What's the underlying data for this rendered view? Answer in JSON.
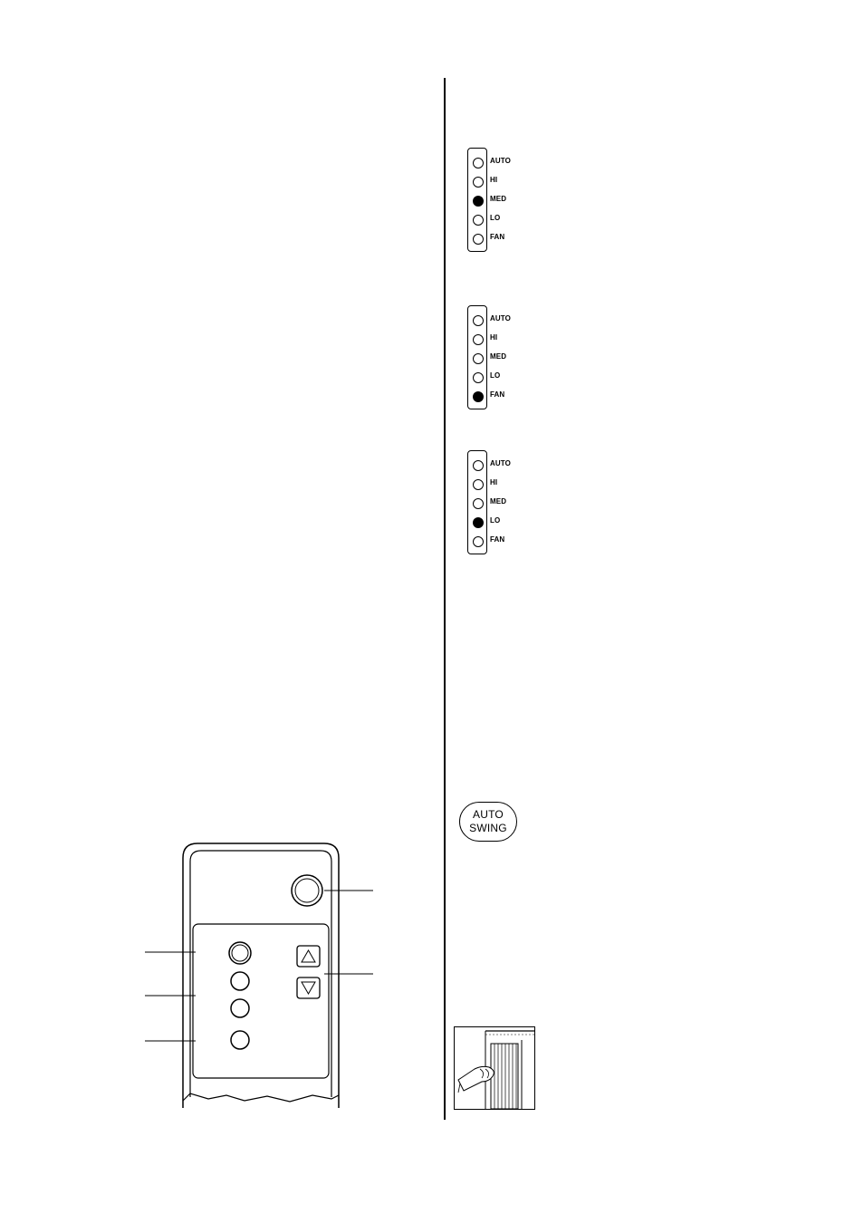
{
  "speed_panels": [
    {
      "rows": [
        {
          "label": "AUTO",
          "active": false
        },
        {
          "label": "HI",
          "active": false
        },
        {
          "label": "MED",
          "active": true
        },
        {
          "label": "LO",
          "active": false
        },
        {
          "label": "FAN",
          "active": false
        }
      ]
    },
    {
      "rows": [
        {
          "label": "AUTO",
          "active": false
        },
        {
          "label": "HI",
          "active": false
        },
        {
          "label": "MED",
          "active": false
        },
        {
          "label": "LO",
          "active": false
        },
        {
          "label": "FAN",
          "active": true
        }
      ]
    },
    {
      "rows": [
        {
          "label": "AUTO",
          "active": false
        },
        {
          "label": "HI",
          "active": false
        },
        {
          "label": "MED",
          "active": false
        },
        {
          "label": "LO",
          "active": true
        },
        {
          "label": "FAN",
          "active": false
        }
      ]
    }
  ],
  "auto_swing": {
    "line1": "AUTO",
    "line2": "SWING"
  },
  "colors": {
    "ink": "#000000",
    "paper": "#ffffff",
    "active_led": "#000000"
  }
}
